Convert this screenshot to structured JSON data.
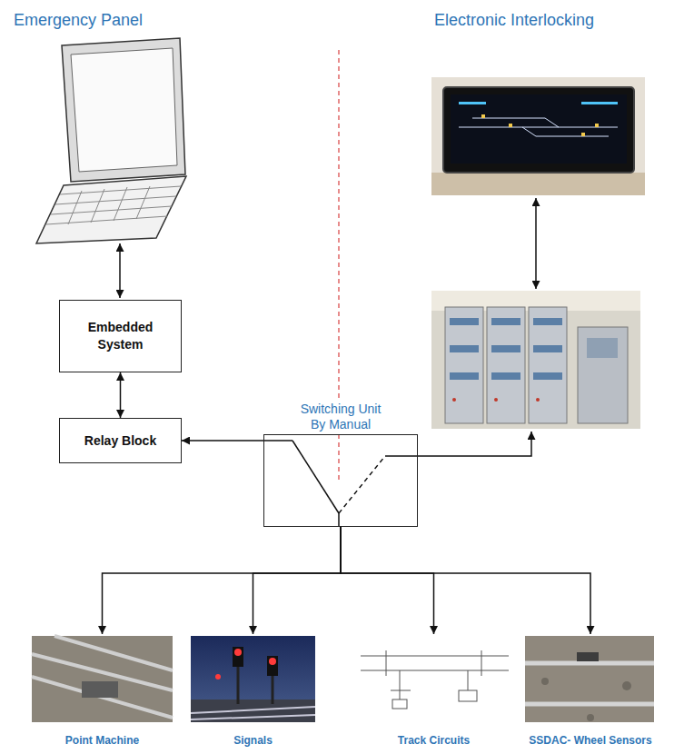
{
  "diagram": {
    "nodes": [
      {
        "text": [
          "Embedded System"
        ]
      },
      {
        "text": [
          "Relay Block"
        ]
      },
      {
        "text": [
          "Switching Unit By Manual"
        ]
      },
      {
        "text": [
          "Point Machine"
        ]
      },
      {
        "text": [
          "Signals"
        ]
      },
      {
        "text": [
          "Track Circuits"
        ]
      },
      {
        "text": [
          "SSDAC- Wheel Sensors"
        ]
      }
    ],
    "edges": [
      {
        "from": 0,
        "to": 1,
        "arrow": "both"
      },
      {
        "from": 2,
        "to": 1,
        "arrow": "to"
      },
      {
        "from": 2,
        "to": 3,
        "arrow": "to"
      },
      {
        "from": 2,
        "to": 4,
        "arrow": "to"
      },
      {
        "from": 2,
        "to": 5,
        "arrow": "to"
      },
      {
        "from": 2,
        "to": 6,
        "arrow": "to"
      }
    ],
    "labels": [
      "Emergency Panel",
      "Electronic Interlocking"
    ]
  }
}
